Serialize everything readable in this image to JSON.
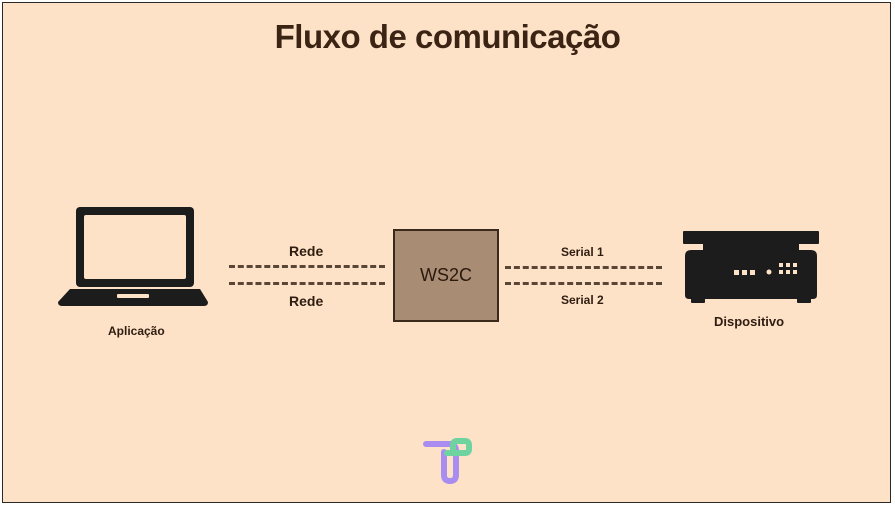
{
  "diagram": {
    "title": "Fluxo de comunicação",
    "nodes": {
      "application": {
        "label": "Aplicação",
        "icon": "laptop-icon"
      },
      "middleware": {
        "label": "WS2C"
      },
      "device": {
        "label": "Dispositivo",
        "icon": "scale-icon"
      }
    },
    "links": {
      "network_top": "Rede",
      "network_bottom": "Rede",
      "serial_top": "Serial 1",
      "serial_bottom": "Serial 2"
    },
    "logo": {
      "icon": "brand-logo-icon",
      "colors": [
        "#a98cf0",
        "#6fd3a0"
      ]
    }
  },
  "colors": {
    "background": "#fde2c8",
    "ink": "#2e1d10",
    "box_fill": "#a88c74",
    "dash": "#5a4636"
  }
}
